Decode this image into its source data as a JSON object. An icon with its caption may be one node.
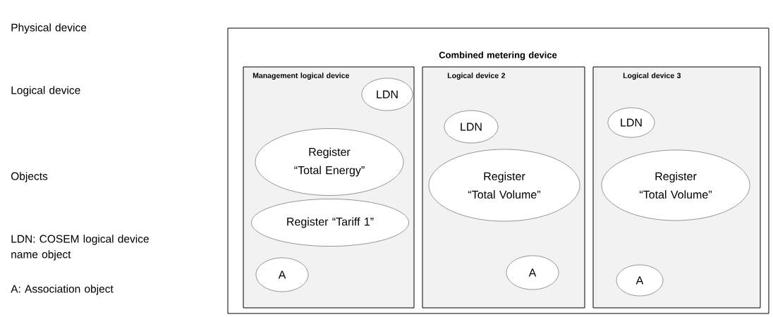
{
  "diagram": {
    "nodes": [
      {
        "text": [
          "Combined metering device"
        ]
      },
      {
        "text": [
          "Management logical device"
        ],
        "in": 0
      },
      {
        "text": [
          "LDN"
        ],
        "in": 1
      },
      {
        "text": [
          "Register “Total Energy”"
        ],
        "in": 1
      },
      {
        "text": [
          "Register “Tariff 1”"
        ],
        "in": 1
      },
      {
        "text": [
          "A"
        ],
        "in": 1
      },
      {
        "text": [
          "Logical device 2"
        ],
        "in": 0
      },
      {
        "text": [
          "LDN"
        ],
        "in": 6
      },
      {
        "text": [
          "Register “Total Volume”"
        ],
        "in": 6
      },
      {
        "text": [
          "A"
        ],
        "in": 6
      },
      {
        "text": [
          "Logical device 3"
        ],
        "in": 0
      },
      {
        "text": [
          "LDN"
        ],
        "in": 10
      },
      {
        "text": [
          "Register “Total Volume”"
        ],
        "in": 10
      },
      {
        "text": [
          "A"
        ],
        "in": 10
      }
    ],
    "labels": [
      "Physical device",
      "Logical device",
      "Objects",
      "LDN: COSEM logical device name object",
      "A: Association object"
    ]
  }
}
